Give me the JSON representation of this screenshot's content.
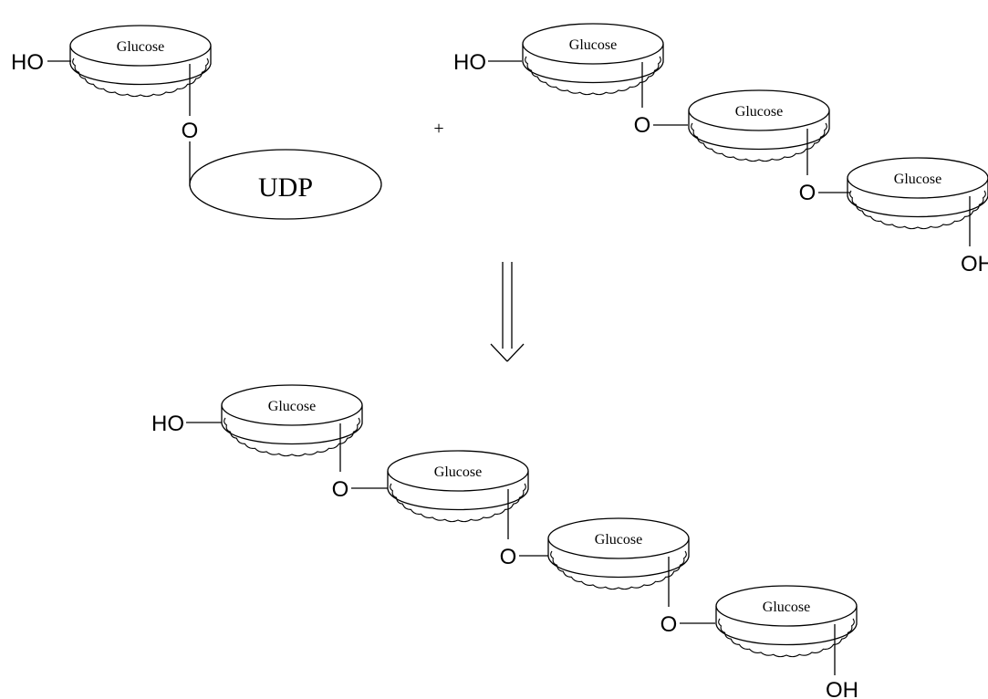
{
  "reactants": {
    "udp_glucose": {
      "sugar_label": "Glucose",
      "hydroxyl_label": "HO",
      "linkage_label": "O",
      "nucleotide_label": "UDP"
    },
    "plus_sign": "+",
    "trisaccharide": {
      "hydroxyl_start_label": "HO",
      "sugar_labels": [
        "Glucose",
        "Glucose",
        "Glucose"
      ],
      "linkage_labels": [
        "O",
        "O"
      ],
      "hydroxyl_end_label": "OH"
    }
  },
  "product": {
    "tetrasaccharide": {
      "hydroxyl_start_label": "HO",
      "sugar_labels": [
        "Glucose",
        "Glucose",
        "Glucose",
        "Glucose"
      ],
      "linkage_labels": [
        "O",
        "O",
        "O"
      ],
      "hydroxyl_end_label": "OH"
    }
  }
}
